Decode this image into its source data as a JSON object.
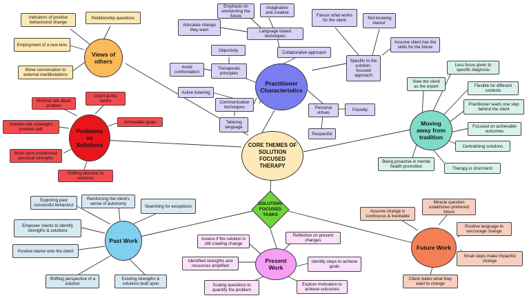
{
  "colors": {
    "views": "#fbb95a",
    "views_leaf": "#fbe8b4",
    "problems": "#e8151c",
    "problems_leaf": "#f24b4f",
    "practitioner": "#7a7df2",
    "practitioner_leaf": "#d7d4f6",
    "moving": "#7fdcc8",
    "moving_leaf": "#d9f1ec",
    "core": "#fde9b8",
    "tasks": "#6ed63a",
    "past": "#7fd0f0",
    "past_leaf": "#d6e8f2",
    "present": "#f79ef7",
    "present_leaf": "#fbe0fb",
    "future": "#f47e56",
    "future_leaf": "#f6cfc0"
  },
  "core": {
    "title": "CORE THEMES OF SOLUTION FOCUSED THERAPY"
  },
  "tasks": {
    "title": "SOLUTION-FOCUSED TASKS"
  },
  "views": {
    "title": "Views of others",
    "items": [
      "Indicators of positive behavioural change",
      "Relationship questions",
      "Employment of a new lens",
      "Move conversation to external manifestations"
    ]
  },
  "problems": {
    "title": "Problems vs Solutions",
    "items": [
      "Minimal talk about problem",
      "Client at the centre",
      "Solution-talk outweighs problem-talk",
      "Achievable goals",
      "Build upon established personal strengths",
      "Shifting attention to solutions"
    ]
  },
  "practitioner": {
    "title": "Practitioner Characteristics",
    "items": [
      "Emphasis on envisioning the future",
      "Imaginative and creative",
      "Articulate change they want",
      "Language based techniques",
      "Objectivity",
      "Avoid confrontation",
      "Therapeutic principles",
      "Active listening",
      "Communication techniques",
      "Tailoring language",
      "Collaborative approach",
      "Personal virtues",
      "Friendly",
      "Respectful",
      "Favour what works for the client",
      "'Not knowing stance'",
      "Assume client has the skills for the future",
      "Specific to the solution-focused approach"
    ]
  },
  "moving": {
    "title": "Moving away from tradition",
    "items": [
      "View the client as the expert",
      "Less focus given to specific diagnosis",
      "Flexible for different contexts",
      "Practitioner leads one step behind the client",
      "Focused on achievable outcomes",
      "Centralising solutions",
      "Being proactive in mental health promotion",
      "Therapy is short-term"
    ]
  },
  "past": {
    "title": "Past Work",
    "items": [
      "Exploring past successful behaviour",
      "Reinforcing the client's sense of autonomy",
      "Searching for exceptions",
      "Empower clients to identify strengths & solutions",
      "Positive blame onto the client",
      "Shifting perspective of a solution",
      "Existing strengths & solutions built upon"
    ]
  },
  "present": {
    "title": "Present Work",
    "items": [
      "Assess if the solution is still creating change",
      "Reflection on present changes",
      "Identified strengths and resources amplified",
      "Identify steps to achieve goals",
      "Scaling questions to quantify the problem",
      "Explore motivation to achieve outcomes"
    ]
  },
  "future": {
    "title": "Future Work",
    "items": [
      "Assume change is continuous & inevitable",
      "Miracle question establishes preferred future",
      "Positive language to encourage change",
      "Small steps make impactful change",
      "Client states what they want to change"
    ]
  }
}
